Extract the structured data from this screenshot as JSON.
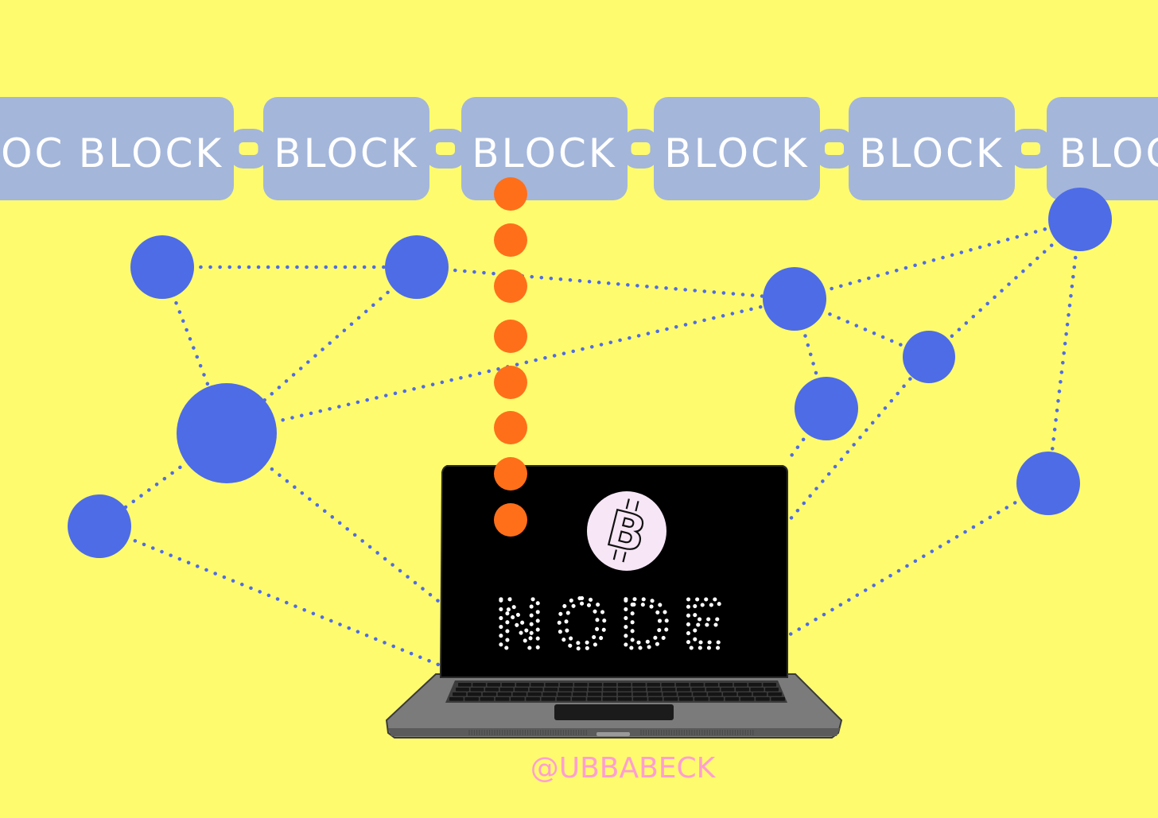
{
  "chain": {
    "block_label": "BLOCK",
    "fill": "#a4b6da",
    "labels": [
      "BLOCK",
      "BLOCK",
      "BLOCK",
      "BLOCK",
      "BLOCK",
      "BLOCK",
      "BLOCK"
    ]
  },
  "laptop": {
    "screen_label": "NODE",
    "coin_symbol": "B"
  },
  "watermark": "@UBBABECK",
  "colors": {
    "background": "#fffb6e",
    "network_node": "#4e6ce6",
    "link": "#4e6ce6",
    "data_dot": "#ff6f1a",
    "screen": "#000000",
    "coin": "#f6e6f6",
    "watermark": "#ff9ed2"
  },
  "icons": [
    "bitcoin-icon",
    "laptop-icon"
  ]
}
